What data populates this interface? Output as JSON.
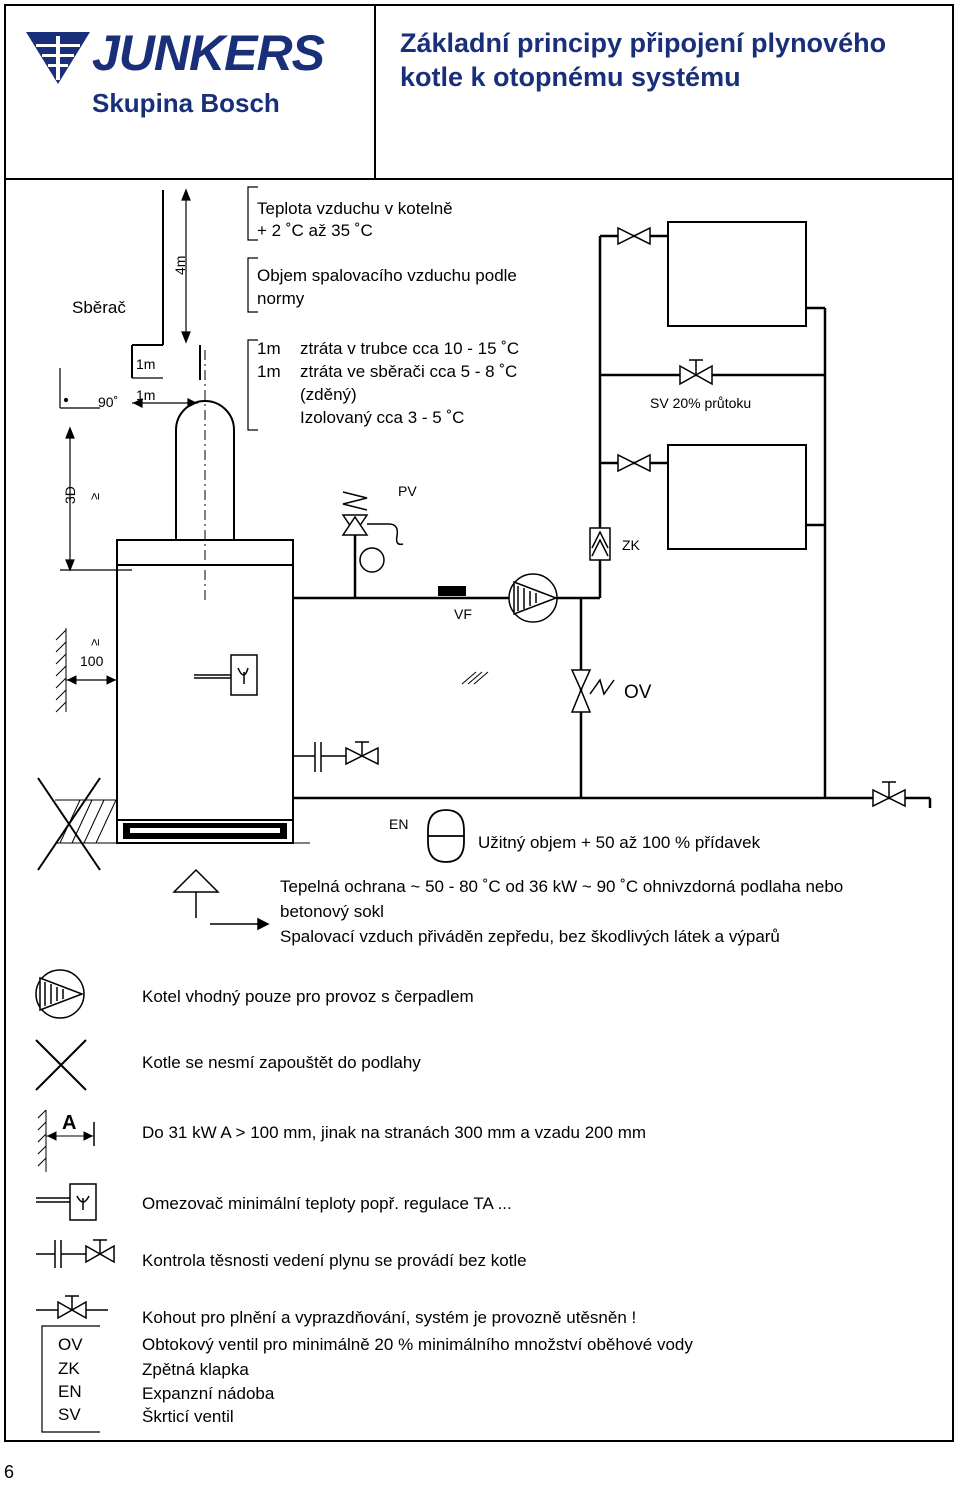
{
  "brand": {
    "name": "JUNKERS",
    "subtitle": "Skupina Bosch"
  },
  "title": "Základní principy připojení plynového kotle k otopnému systému",
  "diagram": {
    "collector_label": "Sběrač",
    "dim_4m": "4m",
    "dim_1m_a": "1m",
    "dim_1m_b": "1m",
    "angle": "90˚",
    "dim_3d": "3D",
    "ge_a": "≥",
    "ge_b": "≥",
    "dim_100": "100",
    "air_temp": [
      "Teplota vzduchu v kotelně",
      "+ 2 ˚C až 35 ˚C"
    ],
    "air_volume": [
      "Objem spalovacího vzduchu podle",
      "normy"
    ],
    "loss_1": {
      "len": "1m",
      "text": "ztráta v trubce cca 10 - 15 ˚C"
    },
    "loss_2": {
      "len": "1m",
      "text": "ztráta ve sběrači cca 5 - 8 ˚C"
    },
    "loss_2b": "(zděný)",
    "loss_3": "Izolovaný cca 3 - 5 ˚C",
    "sv_label": "SV 20% průtoku",
    "pv_label": "PV",
    "zk_label": "ZK",
    "vf_label": "VF",
    "ov_label": "OV",
    "en_label": "EN",
    "useful_volume": "Užitný objem + 50 až 100 % přídavek",
    "heat_protect": [
      "Tepelná ochrana ~ 50 - 80 ˚C od 36 kW ~ 90 ˚C ohnivzdorná podlaha nebo",
      "betonový sokl"
    ],
    "combustion_air": "Spalovací vzduch přiváděn zepředu, bez škodlivých látek a výparů"
  },
  "legend": {
    "pump_only": "Kotel vhodný pouze pro provoz s čerpadlem",
    "no_floor": "Kotle se nesmí zapouštět do podlahy",
    "a_letter": "A",
    "clearance": "Do 31 kW A > 100 mm, jinak na stranách 300 mm a vzadu 200 mm",
    "limiter": "Omezovač minimální teploty popř. regulace TA ...",
    "gas_check": "Kontrola těsnosti vedení plynu se provádí bez kotle",
    "fill_drain": "Kohout pro plnění a vyprazdňování, systém je provozně utěsněn !",
    "abbr": [
      {
        "code": "OV",
        "text": "Obtokový ventil pro minimálně 20 % minimálního množství oběhové vody"
      },
      {
        "code": "ZK",
        "text": "Zpětná klapka"
      },
      {
        "code": "EN",
        "text": "Expanzní nádoba"
      },
      {
        "code": "SV",
        "text": "Škrticí ventil"
      }
    ]
  },
  "page_number": "6",
  "colors": {
    "brand": "#1a2f7a",
    "line": "#000000"
  }
}
